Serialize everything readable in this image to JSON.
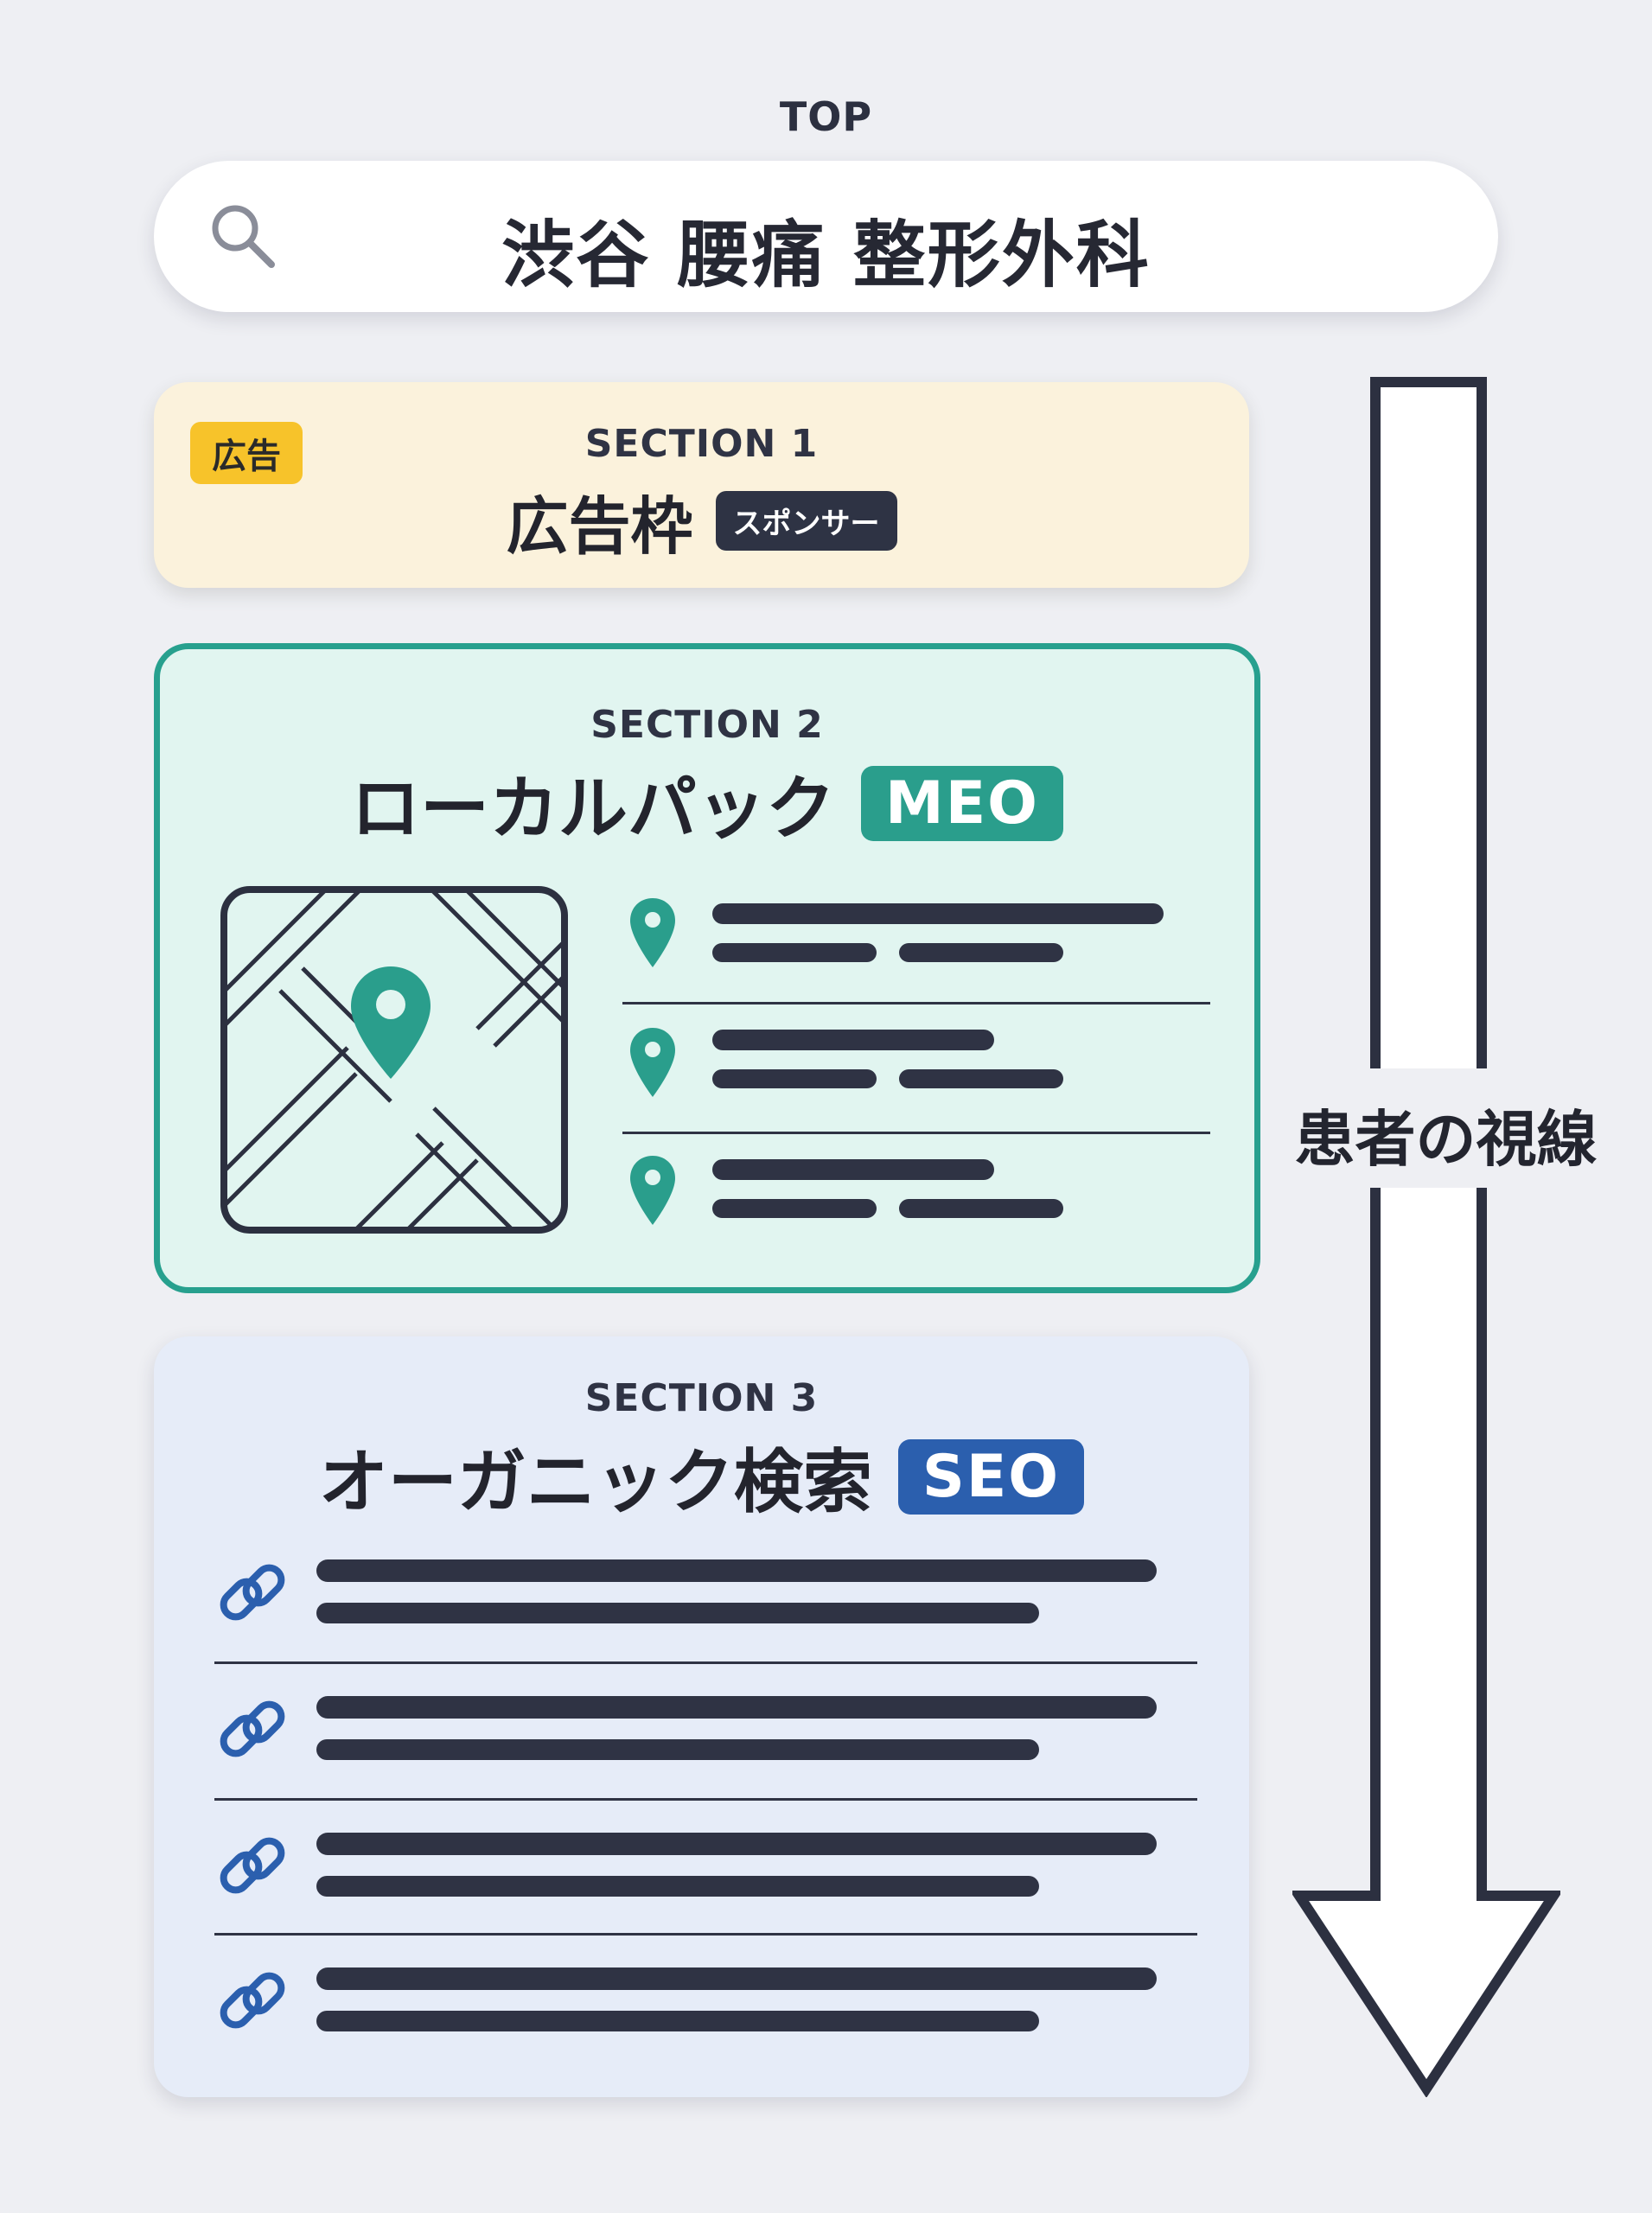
{
  "top_label": "TOP",
  "search": {
    "query": "渋谷 腰痛 整形外科"
  },
  "section1": {
    "label": "SECTION 1",
    "title": "広告枠",
    "tag": "広告",
    "badge": "スポンサー",
    "accent_color": "#f7c32a"
  },
  "section2": {
    "label": "SECTION 2",
    "title": "ローカルパック",
    "badge": "MEO",
    "accent_color": "#2a9e8c",
    "listing_count": 3
  },
  "section3": {
    "label": "SECTION 3",
    "title": "オーガニック検索",
    "badge": "SEO",
    "accent_color": "#2b5fae",
    "result_count": 4
  },
  "gaze": {
    "label": "患者の視線"
  }
}
